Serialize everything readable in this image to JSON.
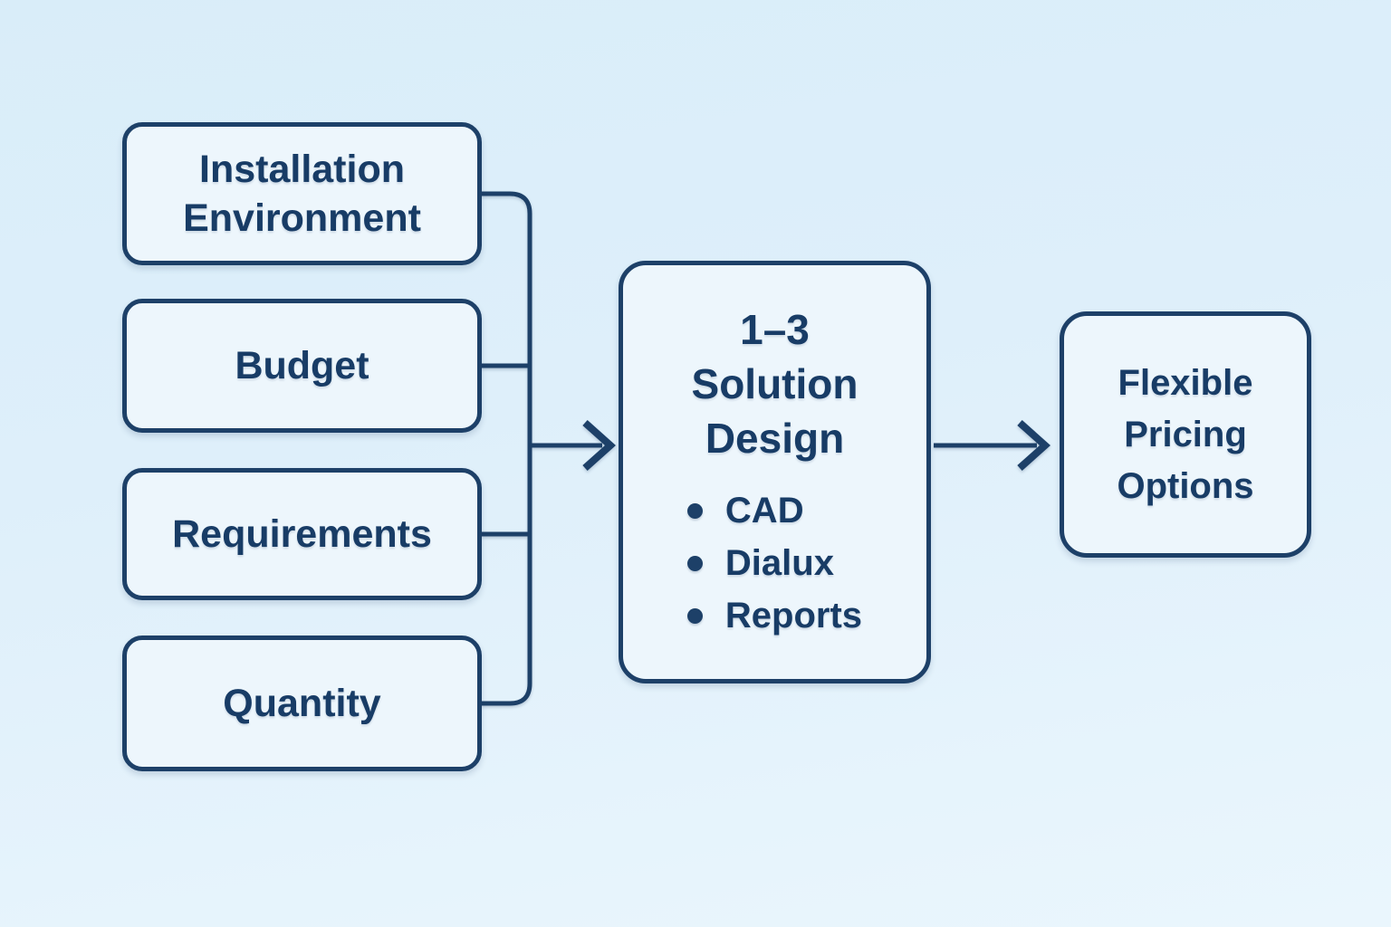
{
  "diagram": {
    "inputs": [
      {
        "label": "Installation Environment"
      },
      {
        "label": "Budget"
      },
      {
        "label": "Requirements"
      },
      {
        "label": "Quantity"
      }
    ],
    "solution": {
      "title_lines": [
        "1–3",
        "Solution",
        "Design"
      ],
      "bullets": [
        "CAD",
        "Dialux",
        "Reports"
      ]
    },
    "output": {
      "label": "Flexible Pricing Options"
    },
    "colors": {
      "navy_stroke": "#1d4068",
      "text_navy": "#183c66",
      "box_fill": "#edf6fc",
      "background_top": "#d9edf9",
      "background_bottom": "#eaf6fd"
    }
  }
}
